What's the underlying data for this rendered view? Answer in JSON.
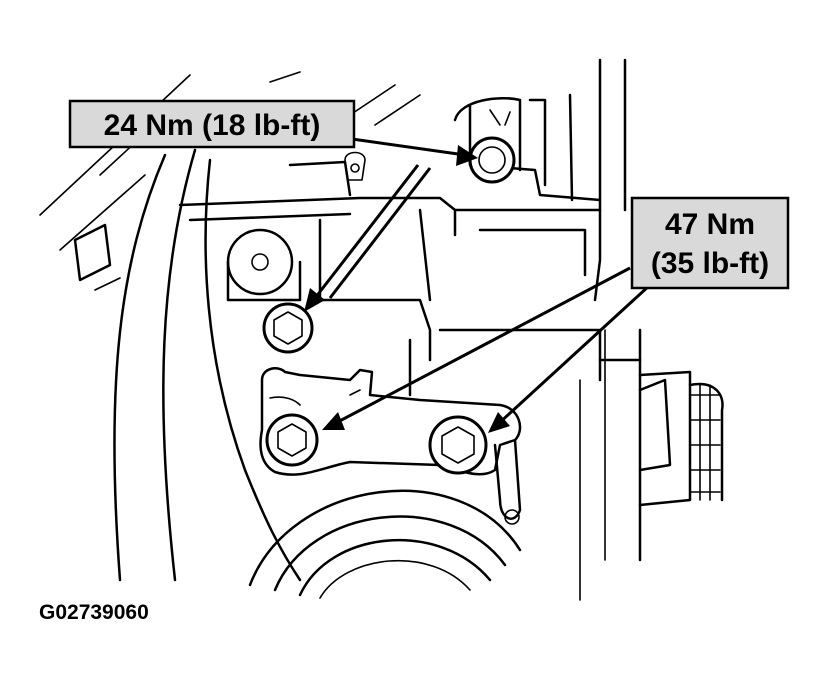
{
  "callouts": {
    "upper": {
      "text": "24 Nm (18 lb-ft)"
    },
    "right": {
      "line1": "47 Nm",
      "line2": "(35 lb-ft)"
    }
  },
  "figure_id": "G02739060"
}
